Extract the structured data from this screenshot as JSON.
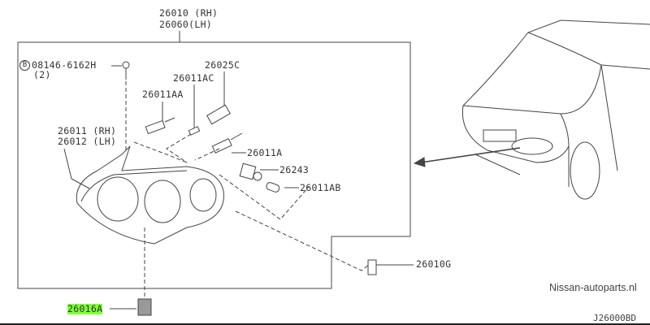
{
  "diagram": {
    "assembly_label_rh": "26010 (RH)",
    "assembly_label_lh": "26060(LH)",
    "bolt": {
      "badge": "B",
      "part": "08146-6162H",
      "qty": "(2)"
    },
    "parts": {
      "p26025C": "26025C",
      "p26011AC": "26011AC",
      "p26011AA": "26011AA",
      "p26011_rh": "26011 (RH)",
      "p26012_lh": "26012 (LH)",
      "p26011A": "26011A",
      "p26243": "26243",
      "p26011AB": "26011AB",
      "p26010G": "26010G",
      "p26016A": "26016A"
    },
    "highlighted_part": "26016A",
    "highlight_color": "#7fff3a",
    "watermark": "Nissan-autoparts.nl",
    "diagram_code": "J26000BD"
  }
}
